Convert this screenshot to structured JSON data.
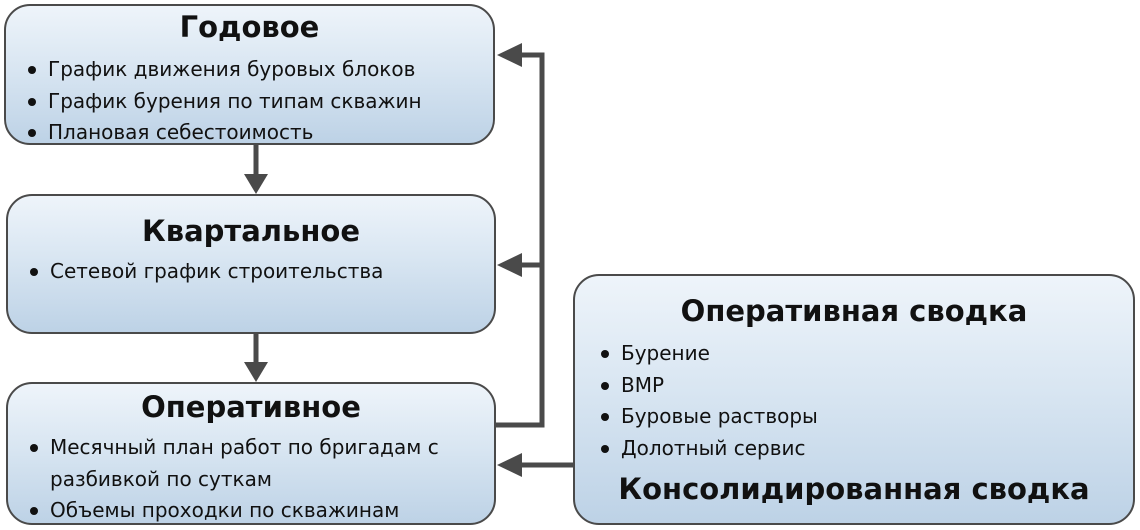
{
  "boxes": {
    "annual": {
      "title": "Годовое",
      "items": [
        "График движения буровых блоков",
        "График бурения по типам скважин",
        "Плановая себестоимость"
      ]
    },
    "quarterly": {
      "title": "Квартальное",
      "items": [
        "Сетевой график строительства"
      ]
    },
    "operational": {
      "title": "Оперативное",
      "items": [
        "Месячный план работ по бригадам с",
        "разбивкой по суткам",
        "Объемы проходки по скважинам"
      ]
    },
    "summary": {
      "title": "Оперативная сводка",
      "items": [
        "Бурение",
        "ВМР",
        "Буровые растворы",
        "Долотный сервис"
      ],
      "subtitle": "Консолидированная сводка"
    }
  },
  "colors": {
    "arrow": "#4a4a4a",
    "border": "#4a4a4a",
    "box_gradient_top": "#eef4fa",
    "box_gradient_bottom": "#bdd2e6"
  }
}
